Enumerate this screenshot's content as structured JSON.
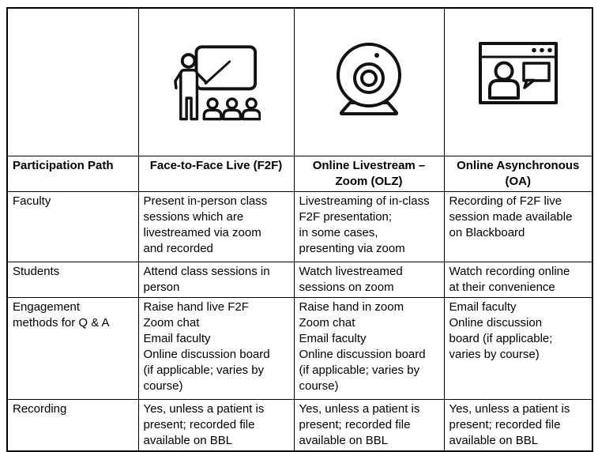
{
  "colors": {
    "background": "#ffffff",
    "border": "#000000",
    "text": "#000000"
  },
  "table": {
    "icons": [
      {
        "name": "teacher-presenting-icon"
      },
      {
        "name": "webcam-icon"
      },
      {
        "name": "online-session-icon"
      }
    ],
    "headers": [
      "Participation Path",
      "Face-to-Face Live (F2F)",
      "Online Livestream –\nZoom (OLZ)",
      "Online Asynchronous\n(OA)"
    ],
    "rows": [
      {
        "label": "Faculty",
        "f2f": "Present in-person class\nsessions which are\nlivestreamed via zoom\nand recorded",
        "olz": "Livestreaming of in-class\nF2F presentation;\nin some cases,\npresenting via zoom",
        "oa": "Recording of F2F live\nsession made available\non Blackboard"
      },
      {
        "label": "Students",
        "f2f": "Attend class sessions in\nperson",
        "olz": "Watch livestreamed\nsessions on zoom",
        "oa": "Watch recording online\nat their convenience"
      },
      {
        "label": "Engagement\nmethods for Q & A",
        "f2f": "Raise hand live F2F\nZoom chat\nEmail faculty\nOnline discussion board\n(if applicable; varies by\ncourse)",
        "olz": "Raise hand in zoom\nZoom chat\nEmail faculty\nOnline discussion board\n(if applicable; varies by\ncourse)",
        "oa": "Email faculty\nOnline discussion\nboard (if applicable;\nvaries by course)"
      },
      {
        "label": "Recording",
        "f2f": "Yes, unless a patient is\npresent; recorded file\navailable on BBL",
        "olz": "Yes, unless a patient is\npresent; recorded file\navailable on BBL",
        "oa": "Yes, unless a patient is\npresent; recorded file\navailable on BBL"
      }
    ]
  }
}
